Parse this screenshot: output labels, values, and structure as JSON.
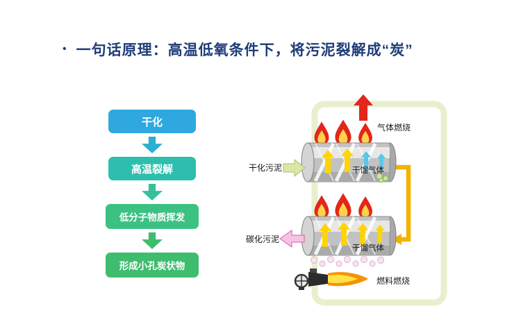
{
  "slide": {
    "bullet": "•",
    "title": "一句话原理：高温低氧条件下，将污泥裂解成“炭”",
    "title_color": "#1E3C78"
  },
  "flowchart": {
    "steps": [
      {
        "label": "干化",
        "color": "#2EA8DF"
      },
      {
        "label": "高温裂解",
        "color": "#2EBEAD"
      },
      {
        "label": "低分子物质挥发",
        "color": "#3CC183"
      },
      {
        "label": "形成小孔炭状物",
        "color": "#3EBD6F"
      }
    ],
    "arrow_colors": [
      "#2BAFD4",
      "#35C09B",
      "#3EBD6F"
    ]
  },
  "diagram": {
    "labels": {
      "gas_combustion": "气体燃烧",
      "dried_sludge": "干化污泥",
      "retort_gas_upper": "干馏气体",
      "carbonized_sludge": "碳化污泥",
      "retort_gas_lower": "干馏气体",
      "fuel_combustion": "燃料燃烧"
    },
    "colors": {
      "container_border": "#E9EFCC",
      "exhaust_arrow": "#E3261B",
      "flame_outer": "#E3261B",
      "flame_inner": "#FFD24A",
      "gas_pipe": "#F2B200",
      "hot_gas_arrow": "#FFD400",
      "vapor_arrow": "#5BC6E8",
      "dried_sludge_arrow": "#D9E8A6",
      "carbonized_sludge_arrow": "#F6C3E3",
      "burner_flame": "#F59300",
      "kiln_body": "#C2C2C2"
    }
  }
}
